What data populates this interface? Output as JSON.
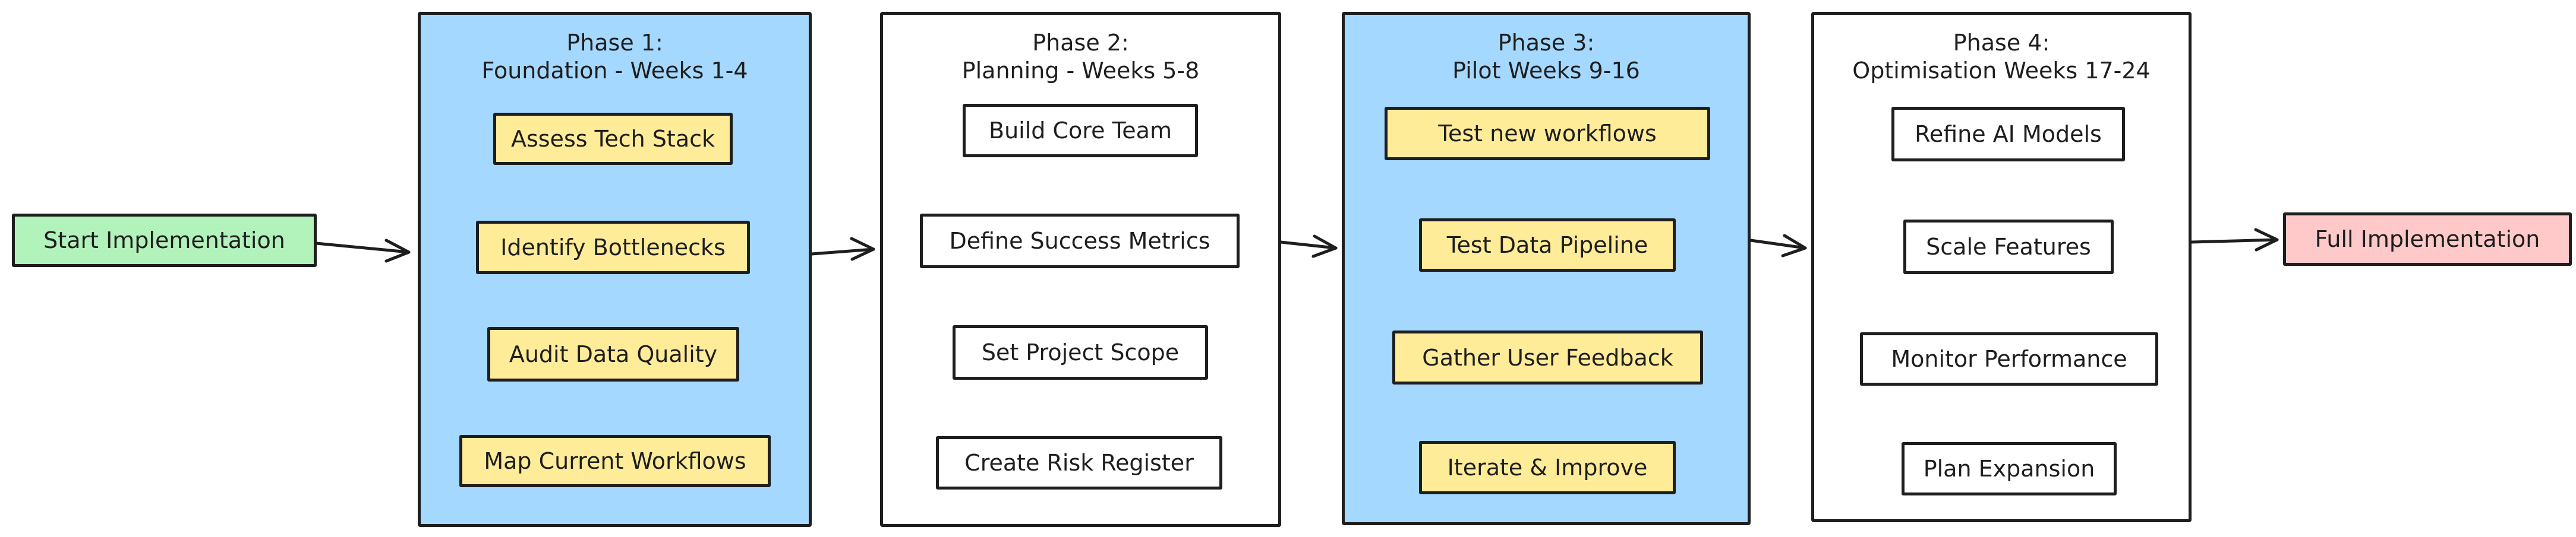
{
  "start": {
    "label": "Start Implementation"
  },
  "end": {
    "label": "Full Implementation"
  },
  "phases": [
    {
      "title_line1": "Phase 1:",
      "title_line2": "Foundation - Weeks 1-4",
      "steps": [
        "Assess Tech Stack",
        "Identify Bottlenecks",
        "Audit Data Quality",
        "Map Current Workflows"
      ]
    },
    {
      "title_line1": "Phase 2:",
      "title_line2": "Planning - Weeks 5-8",
      "steps": [
        "Build Core Team",
        "Define Success Metrics",
        "Set Project Scope",
        "Create Risk Register"
      ]
    },
    {
      "title_line1": "Phase 3:",
      "title_line2": "Pilot Weeks 9-16",
      "steps": [
        "Test new workflows",
        "Test Data Pipeline",
        "Gather User Feedback",
        "Iterate & Improve"
      ]
    },
    {
      "title_line1": "Phase 4:",
      "title_line2": "Optimisation Weeks 17-24",
      "steps": [
        "Refine AI Models",
        "Scale Features",
        "Monitor Performance",
        "Plan Expansion"
      ]
    }
  ],
  "colors": {
    "phase_blue": "#a5d8ff",
    "step_yellow": "#ffec99",
    "start_green": "#b2f2bb",
    "end_pink": "#ffc9c9",
    "stroke": "#1e1e1e"
  }
}
